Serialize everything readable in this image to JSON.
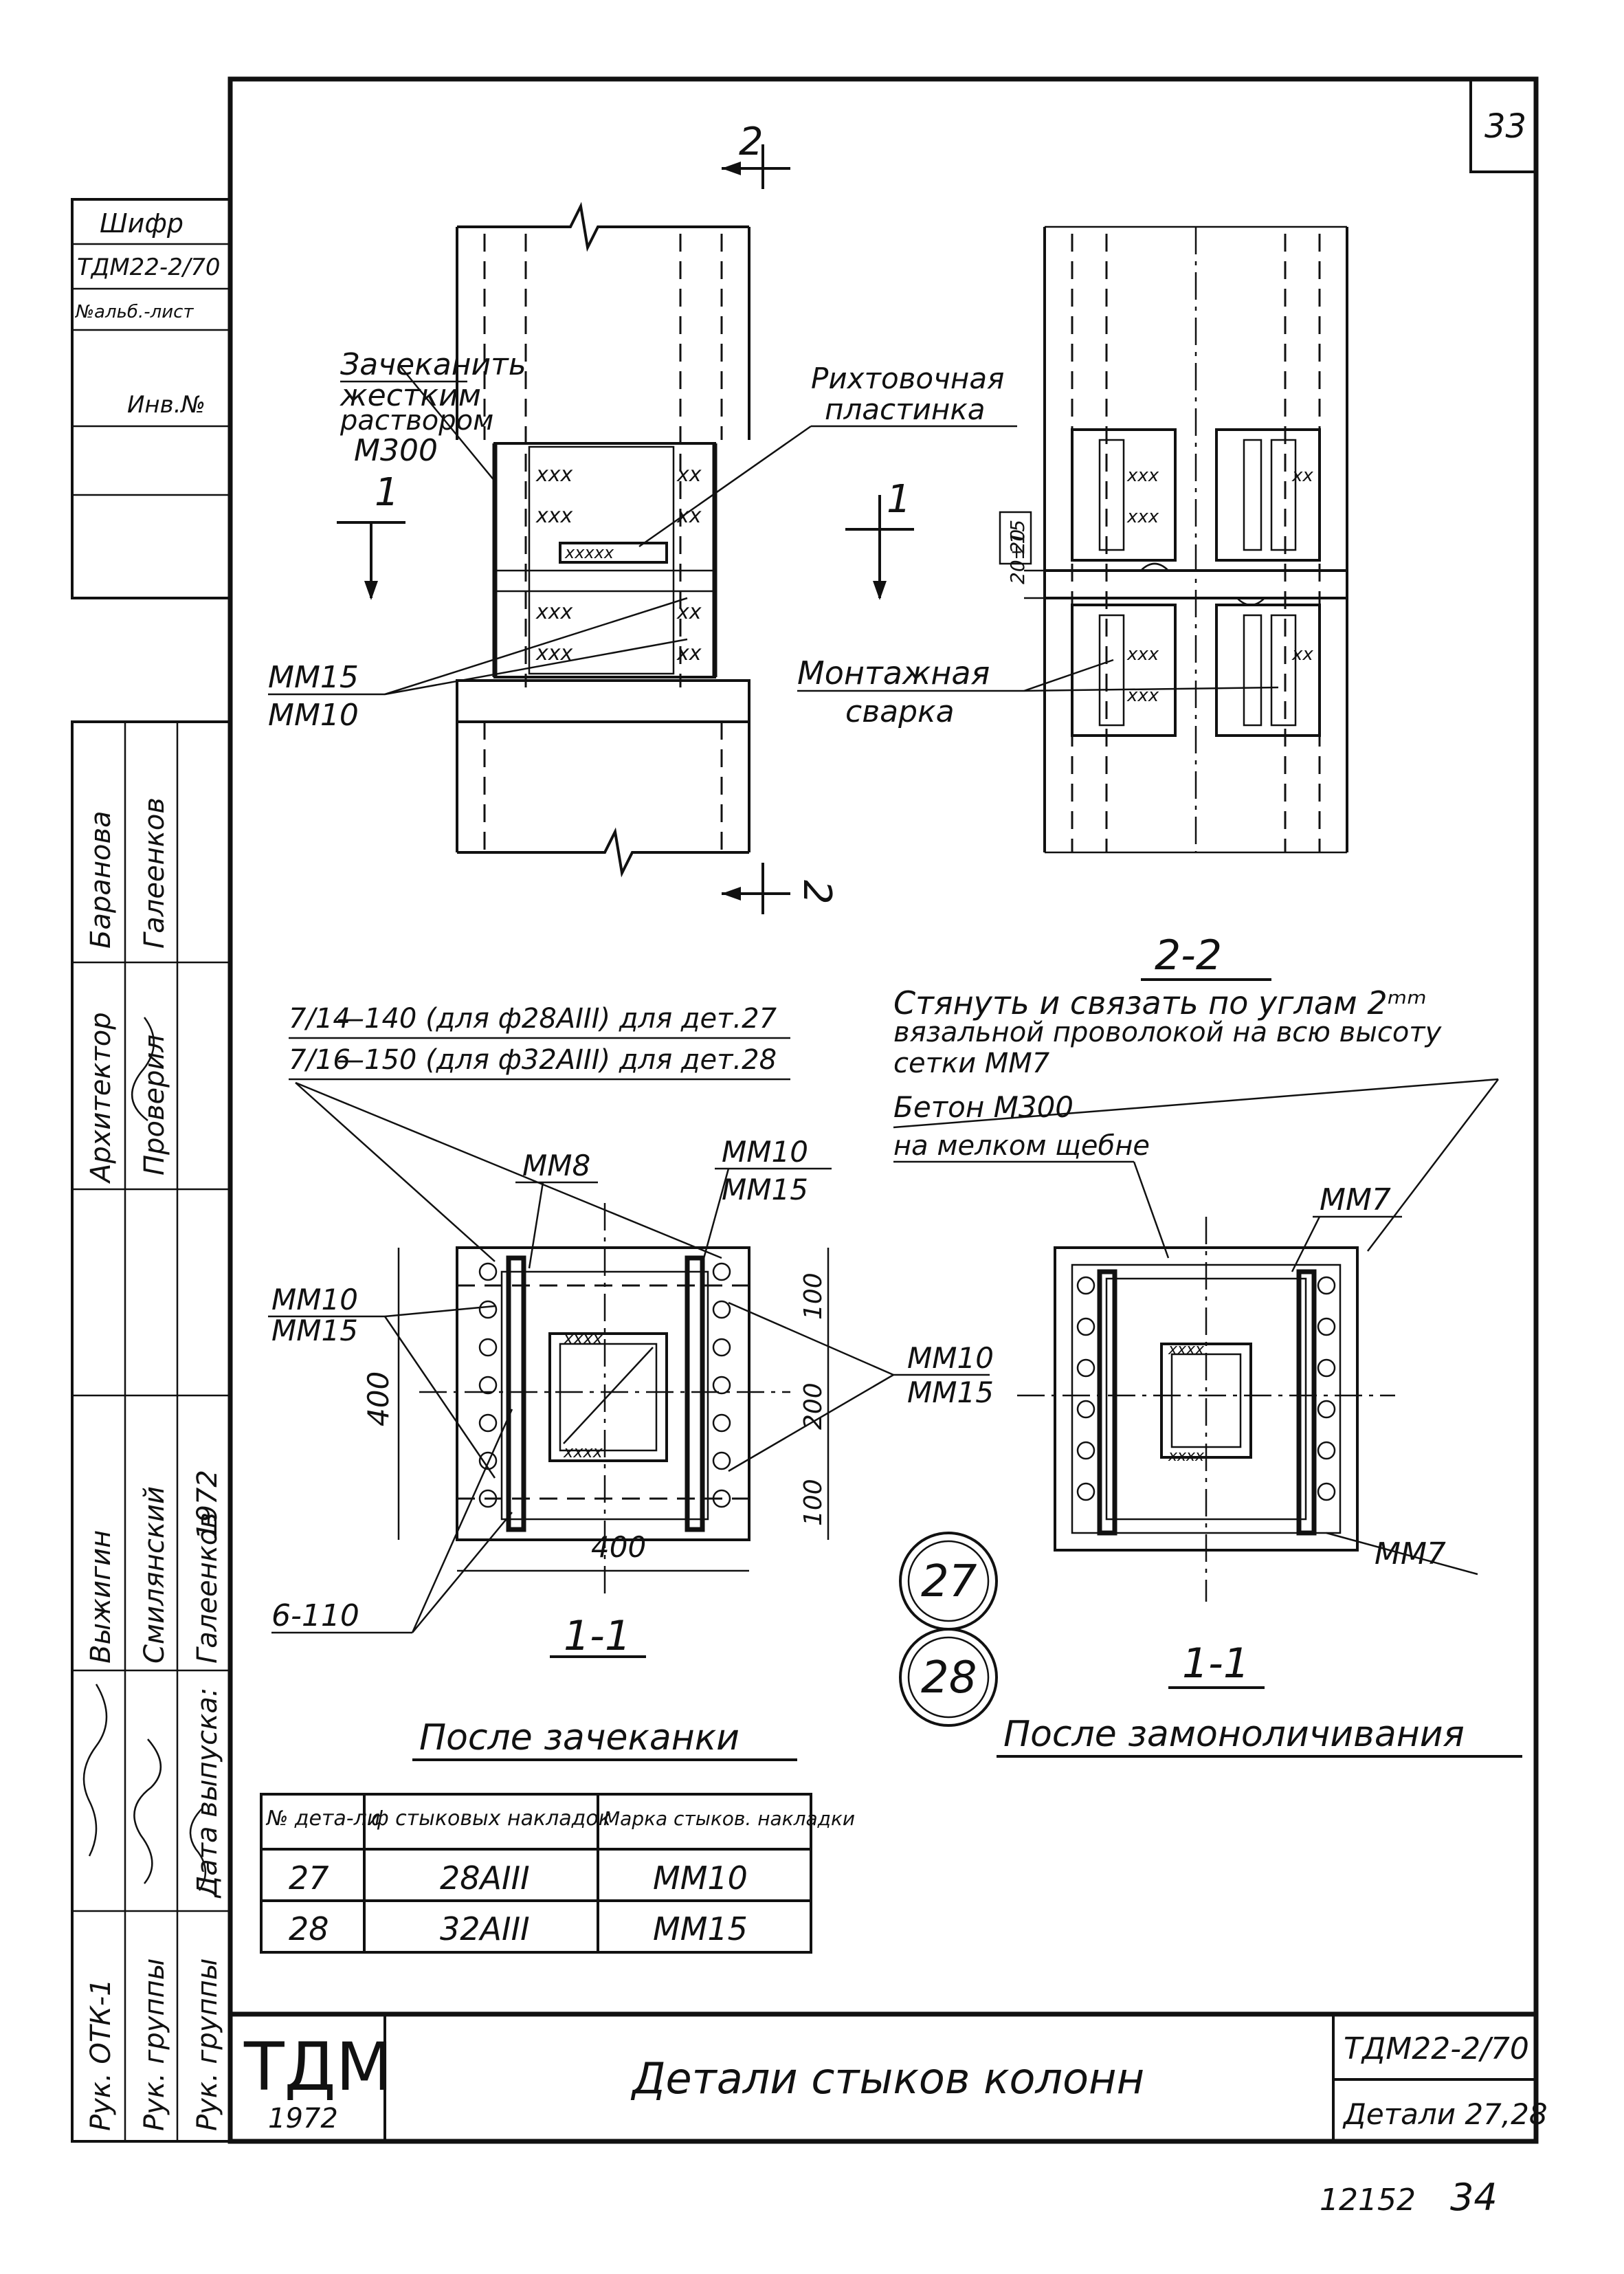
{
  "sheet_number": "33",
  "side_stamp": {
    "shifr_label": "Шифр",
    "shifr_value": "ТДМ22-2/70",
    "list_label": "№альб.-лист",
    "inv_label": "Инв.№"
  },
  "signatures": {
    "rows": [
      {
        "role": "Рук. ОТК-1",
        "name": ""
      },
      {
        "role": "Рук. группы",
        "name": ""
      },
      {
        "role": "Рук. группы",
        "name": ""
      }
    ],
    "release_label": "Дата выпуска:",
    "columns": [
      {
        "a": "Выжигин",
        "b": "Архитектор",
        "c": "Баранова"
      },
      {
        "a": "Смилянский",
        "b": "Проверил",
        "c": "Галеенков"
      },
      {
        "a": "Галеенков",
        "b": "",
        "c": ""
      }
    ],
    "year": "1972"
  },
  "top_view": {
    "section_mark_top": "2",
    "section_mark_bottom": "2",
    "section_mark_left": "1",
    "section_mark_right": "1",
    "label_zachekanit_1": "Зачеканить",
    "label_zachekanit_2": "жестким",
    "label_zachekanit_3": "раствором",
    "label_zachekanit_4": "М300",
    "label_plate_1": "Рихтовочная",
    "label_plate_2": "пластинка",
    "label_mm15": "ММ15",
    "label_mm10": "ММ10",
    "label_weld_1": "Монтажная",
    "label_weld_2": "сварка",
    "dim_gap": "20 20",
    "dim_tol": "±15",
    "view_title": "2-2"
  },
  "bottom_left": {
    "note_1_prefix": "7/14",
    "note_1": "—140 (для ф28АIII) для дет.27",
    "note_2_prefix": "7/16",
    "note_2": "—150 (для ф32АIII) для дет.28",
    "label_mm8": "ММ8",
    "label_mm10_top": "ММ10",
    "label_mm15_top": "ММ15",
    "label_mm10_left": "ММ10",
    "label_mm15_left": "ММ15",
    "label_mm10_right": "ММ10",
    "label_mm15_right": "ММ15",
    "dim_400_v": "400",
    "dim_400_h": "400",
    "dim_100_top": "100",
    "dim_200": "200",
    "dim_100_bot": "100",
    "label_6_110": "6-110",
    "section_title": "1-1",
    "caption": "После зачеканки"
  },
  "bottom_right": {
    "note_1": "Стянуть и связать по углам 2ᵐᵐ",
    "note_2": "вязальной проволокой на всю высоту",
    "note_3": "сетки ММ7",
    "label_concrete_1": "Бетон М300",
    "label_concrete_2": "на мелком щебне",
    "label_mm7_top": "ММ7",
    "label_mm7_bot": "ММ7",
    "section_title": "1-1",
    "caption": "После замоноличивания"
  },
  "detail_marks": [
    "27",
    "28"
  ],
  "table": {
    "headers": [
      "№ дета-ли",
      "ф стыковых накладок",
      "Марка стыков. накладки"
    ],
    "rows": [
      [
        "27",
        "28АIII",
        "ММ10"
      ],
      [
        "28",
        "32АIII",
        "ММ15"
      ]
    ]
  },
  "title_block": {
    "logo": "ТДМ",
    "logo_year": "1972",
    "title": "Детали стыков колонн",
    "code": "ТДМ22-2/70",
    "details": "Детали 27,28"
  },
  "footer": {
    "left_number": "12152",
    "right_number": "34"
  }
}
